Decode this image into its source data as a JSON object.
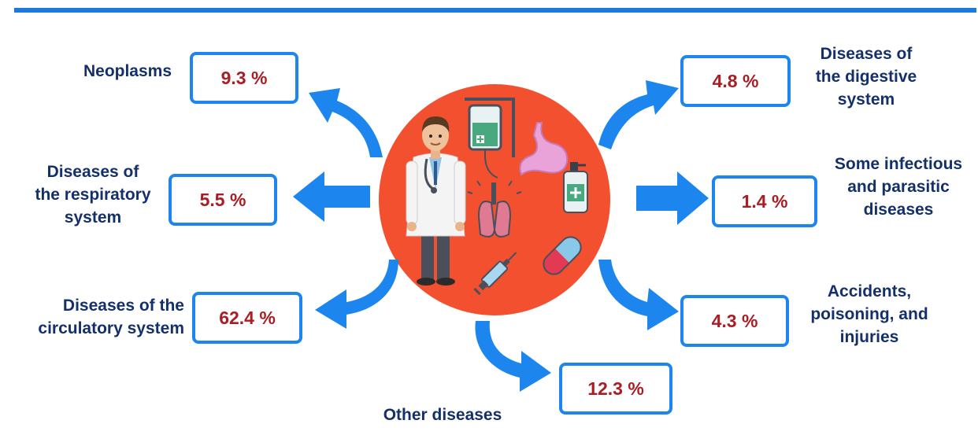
{
  "colors": {
    "rule": "#1a7ae0",
    "arrow": "#1c86ee",
    "box_border": "#1c86ee",
    "value_text": "#a91d24",
    "label_text": "#14306b",
    "circle": "#f2502f"
  },
  "categories": {
    "neoplasms": {
      "label": "Neoplasms",
      "value": "9.3 %"
    },
    "respiratory": {
      "label": "Diseases of\nthe respiratory\nsystem",
      "value": "5.5 %"
    },
    "circulatory": {
      "label": "Diseases of the\ncirculatory system",
      "value": "62.4 %"
    },
    "other": {
      "label": "Other diseases",
      "value": "12.3 %"
    },
    "digestive": {
      "label": "Diseases of\nthe digestive\nsystem",
      "value": "4.8 %"
    },
    "infectious": {
      "label": "Some infectious\nand parasitic\ndiseases",
      "value": "1.4 %"
    },
    "accidents": {
      "label": "Accidents,\npoisoning, and\ninjuries",
      "value": "4.3 %"
    }
  },
  "icons": [
    "doctor-icon",
    "iv-bag-icon",
    "stomach-icon",
    "lungs-icon",
    "sanitizer-bottle-icon",
    "syringe-icon",
    "capsule-icon"
  ]
}
